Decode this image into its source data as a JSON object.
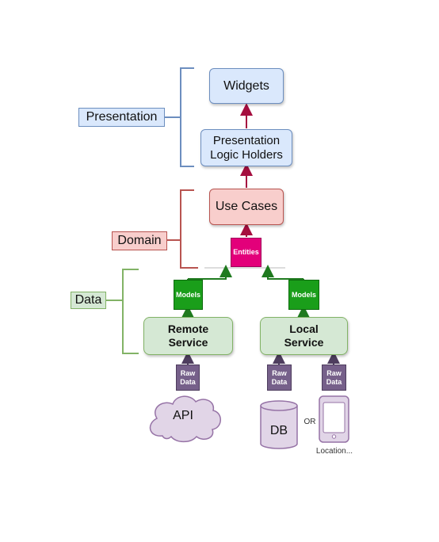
{
  "layers": {
    "presentation": "Presentation",
    "domain": "Domain",
    "data": "Data"
  },
  "nodes": {
    "widgets": "Widgets",
    "presentation_logic_holders": "Presentation\nLogic Holders",
    "use_cases": "Use Cases",
    "entities": "Entities",
    "models_left": "Models",
    "models_right": "Models",
    "remote_service": "Remote\nService",
    "local_service": "Local\nService",
    "raw_data_api": "Raw\nData",
    "raw_data_db": "Raw\nData",
    "raw_data_device": "Raw\nData",
    "api": "API",
    "db": "DB",
    "or": "OR",
    "location": "Location..."
  },
  "colors": {
    "presentation": "#6c8ebf",
    "domain": "#b85450",
    "data": "#82b366",
    "arrow_presentation_domain": "#a50e3f",
    "arrow_data": "#1f7a1f",
    "arrow_raw": "#4e3d5e"
  },
  "icons": [
    "cloud-shape",
    "cylinder-shape",
    "phone-icon"
  ]
}
